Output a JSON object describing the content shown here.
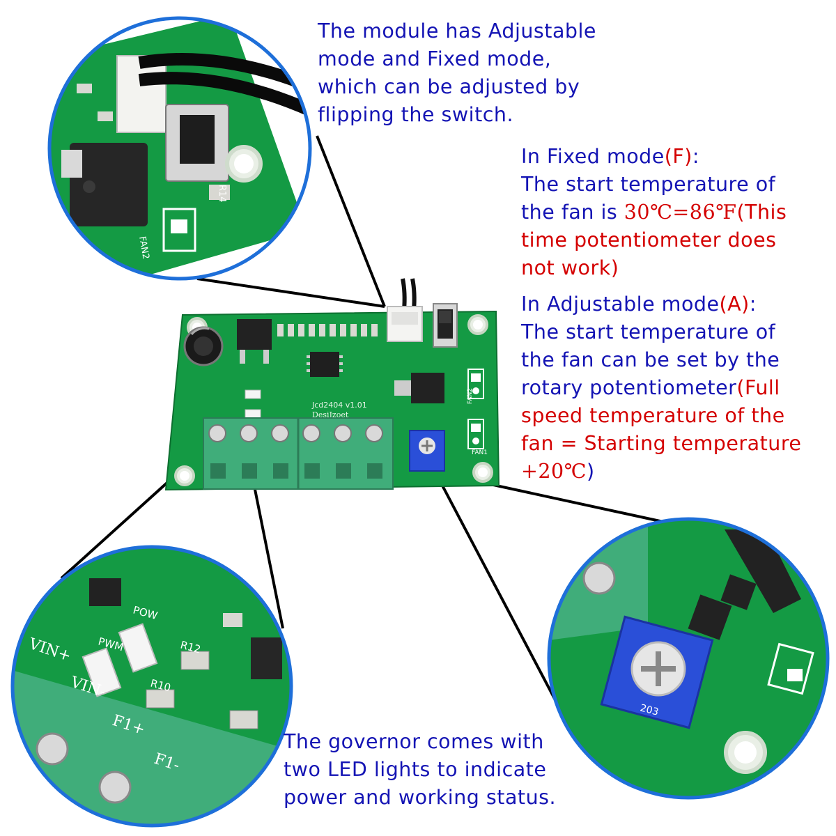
{
  "callout_switch": {
    "lines": [
      "The module has Adjustable",
      "mode and Fixed mode,",
      "which can be adjusted by",
      "flipping the switch."
    ]
  },
  "fixed_mode": {
    "title_pre": "In Fixed mode",
    "title_mark": "(F)",
    "title_post": ":",
    "line1": "The start temperature of",
    "line2_pre": "the fan is ",
    "line2_value": "30℃=86℉",
    "line2_post": "(This",
    "line3": "time potentiometer does",
    "line4": "not work)"
  },
  "adjustable_mode": {
    "title_pre": "In Adjustable mode",
    "title_mark": "(A)",
    "title_post": ":",
    "line1": "The start temperature of",
    "line2": "the fan can be set by the",
    "line3_pre": "rotary potentiometer",
    "line3_mark": "(Full",
    "line4": "speed temperature of the",
    "line5": "fan = Starting temperature",
    "line6_value": "+20℃",
    "line6_post": ")"
  },
  "callout_led": {
    "lines": [
      "The governor comes with",
      "two LED lights to indicate",
      "power and working status."
    ]
  },
  "board_labels": {
    "pow": "POW",
    "pwm": "PWM",
    "r12": "R12",
    "r10": "R10",
    "r14": "R14",
    "fan2": "FAN2",
    "fan1": "FAN1",
    "version": "Jcd2404 v1.01",
    "brand": "DesiJzoet",
    "vin_plus": "VIN+",
    "vin_minus": "VIN-",
    "f1_plus": "F1+",
    "f1_minus": "F1-",
    "pot_code": "203"
  },
  "colors": {
    "text_blue": "#1414b4",
    "text_red": "#d40000",
    "pcb_green": "#16a14a",
    "terminal_green": "#3fae7c",
    "pot_blue": "#2a4fd8",
    "ring_blue": "#1e6fd9"
  }
}
